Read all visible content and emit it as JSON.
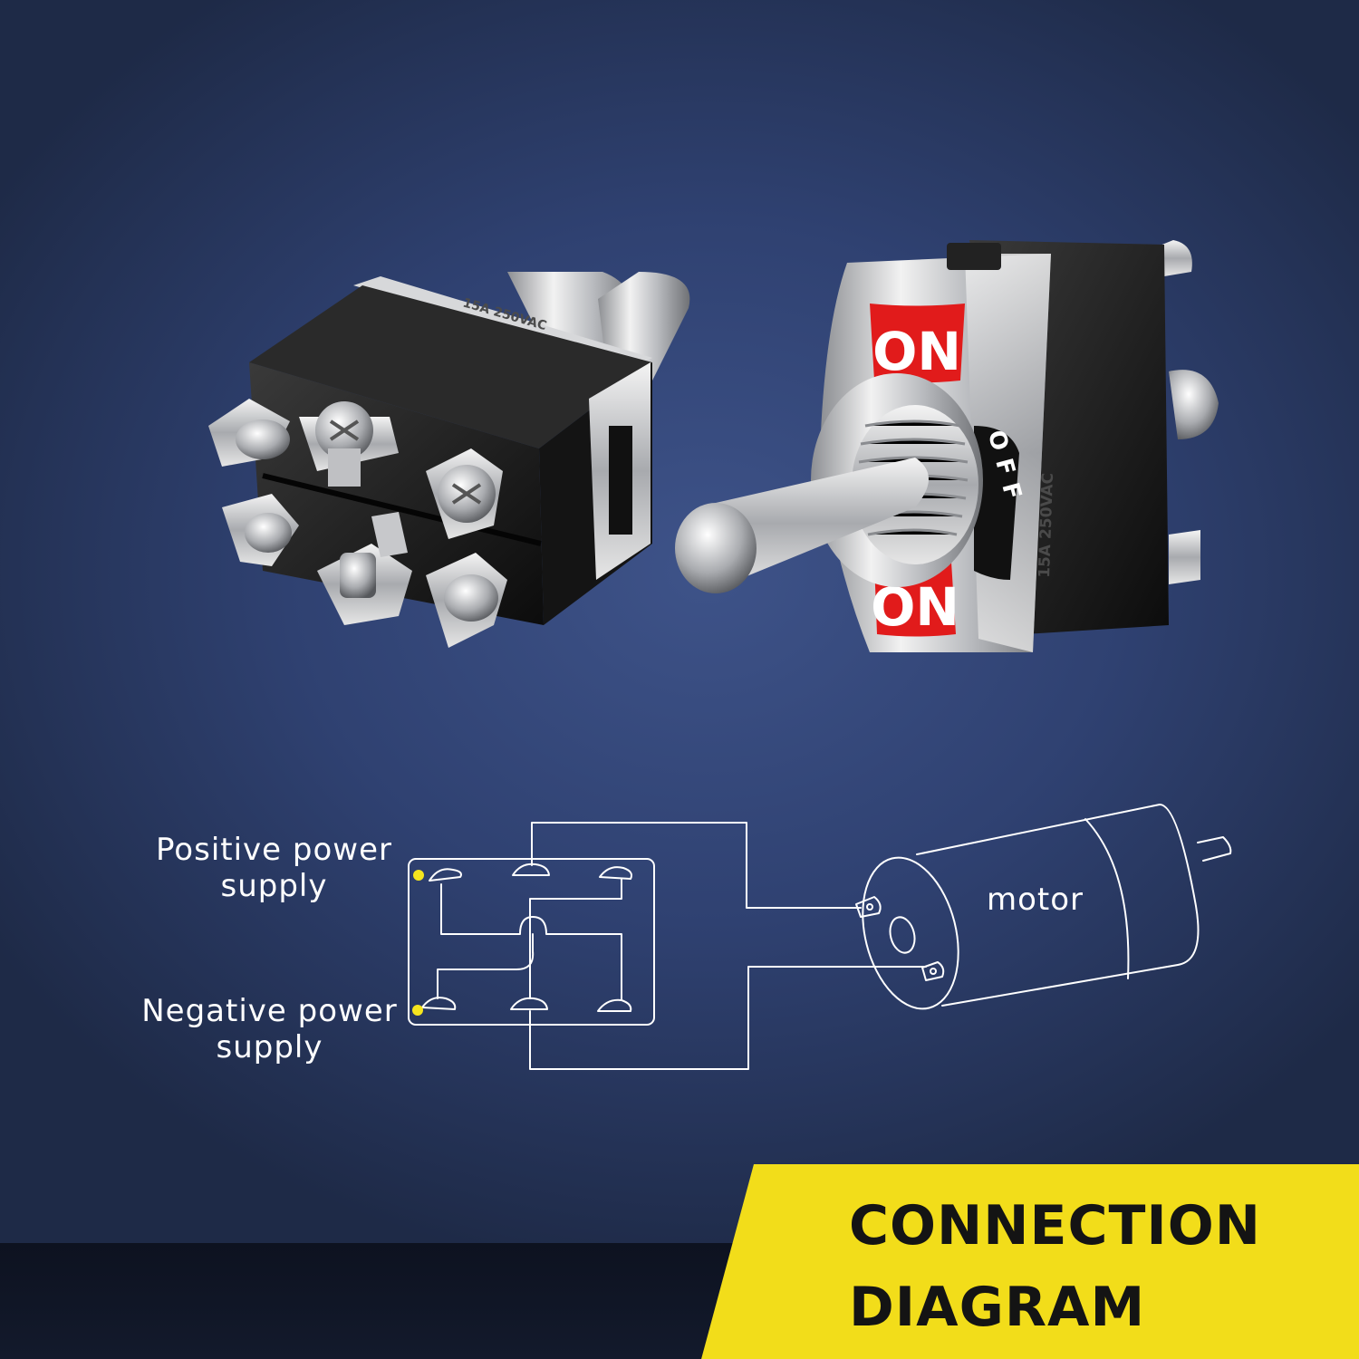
{
  "product_photo": {
    "rocker_top": "ON",
    "rocker_middle": "OFF",
    "rocker_bottom": "ON",
    "rating_text": "15A 250VAC"
  },
  "diagram": {
    "positive_label": "Positive power supply",
    "negative_label": "Negative power supply",
    "motor_label": "motor"
  },
  "banner": {
    "line1": "CONNECTION",
    "line2": "DIAGRAM"
  },
  "colors": {
    "banner": "#f2dd1a",
    "badge_red": "#e11b1b",
    "terminal_dot": "#f5e51e"
  }
}
